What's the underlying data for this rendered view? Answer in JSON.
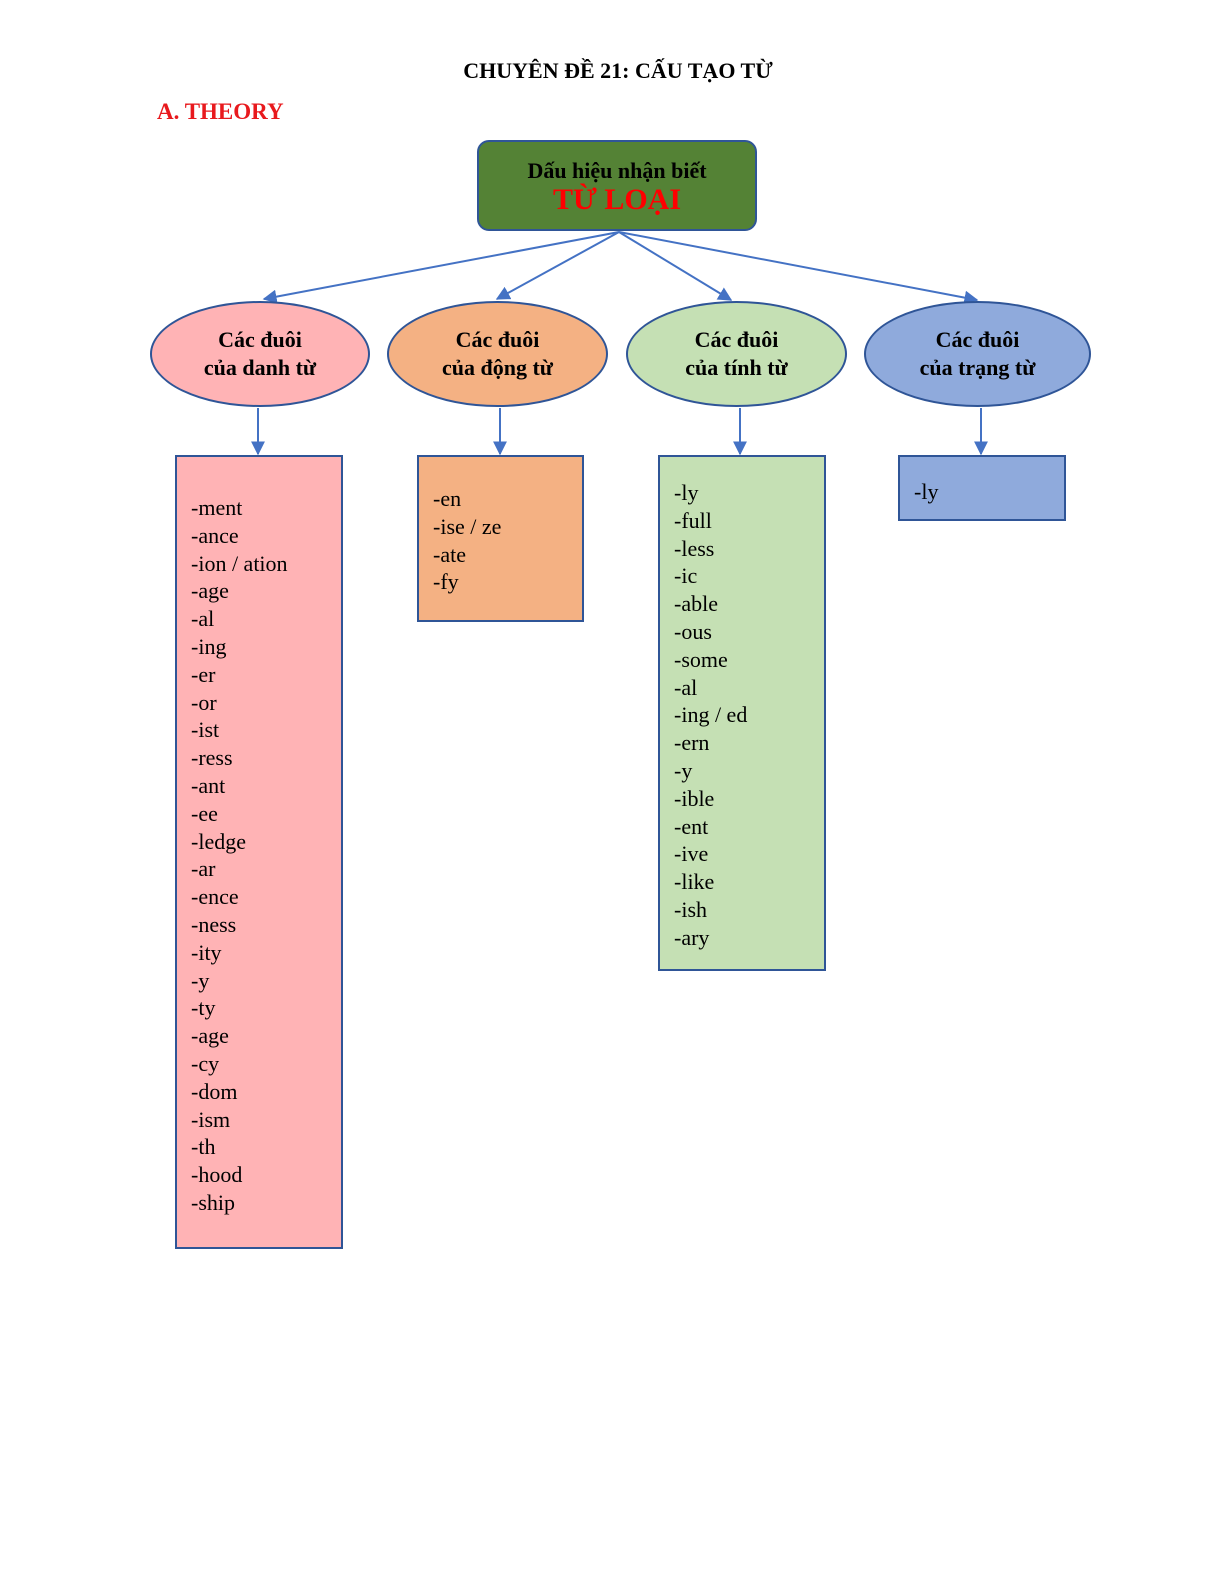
{
  "page": {
    "title": "CHUYÊN ĐỀ 21: CẤU TẠO TỪ",
    "section_heading": "A. THEORY"
  },
  "root": {
    "line1": "Dấu hiệu nhận biết",
    "line2": "TỪ LOẠI",
    "fill_color": "#548235",
    "accent_color": "#ff0000"
  },
  "categories": [
    {
      "line1": "Các đuôi",
      "line2": "của danh từ",
      "color": "#ffb3b5",
      "items": [
        "-ment",
        "-ance",
        "-ion / ation",
        "-age",
        "-al",
        "-ing",
        "-er",
        "-or",
        "-ist",
        "-ress",
        "-ant",
        "-ee",
        "-ledge",
        "-ar",
        "-ence",
        "-ness",
        "-ity",
        "-y",
        "-ty",
        "-age",
        "-cy",
        "-dom",
        "-ism",
        "-th",
        "-hood",
        "-ship"
      ]
    },
    {
      "line1": "Các đuôi",
      "line2": "của động từ",
      "color": "#f4b183",
      "items": [
        "-en",
        "-ise / ze",
        "-ate",
        "-fy"
      ]
    },
    {
      "line1": "Các đuôi",
      "line2": "của tính từ",
      "color": "#c5e0b4",
      "items": [
        "-ly",
        "-full",
        "-less",
        "-ic",
        "-able",
        "-ous",
        "-some",
        "-al",
        "-ing / ed",
        "-ern",
        "-y",
        "-ible",
        "-ent",
        "-ive",
        "-like",
        "-ish",
        "-ary"
      ]
    },
    {
      "line1": "Các đuôi",
      "line2": "của trạng từ",
      "color": "#8faadc",
      "items": [
        "-ly"
      ]
    }
  ],
  "connector_color": "#4472c4"
}
